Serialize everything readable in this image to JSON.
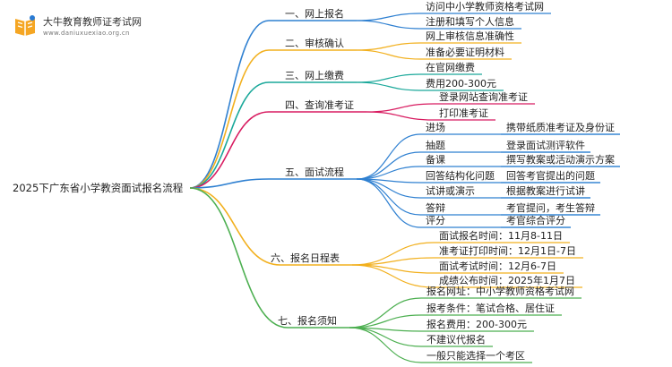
{
  "logo": {
    "title": "大牛教育教师证考试网",
    "url": "www.daniuxuexiao.org.cn",
    "icon": "book-icon",
    "colors": {
      "orange": "#f5a623",
      "blue": "#2a7bd4"
    }
  },
  "root": "2025下广东省小学教资面试报名流程",
  "branches": [
    {
      "id": "b1",
      "label": "一、网上报名",
      "color": "#2f80d1",
      "items": [
        {
          "text": "访问中小学教师资格考试网"
        },
        {
          "text": "注册和填写个人信息"
        }
      ]
    },
    {
      "id": "b2",
      "label": "二、审核确认",
      "color": "#f2b01e",
      "items": [
        {
          "text": "网上审核信息准确性"
        },
        {
          "text": "准备必要证明材料"
        }
      ]
    },
    {
      "id": "b3",
      "label": "三、网上缴费",
      "color": "#1aa89a",
      "items": [
        {
          "text": "在官网缴费"
        },
        {
          "text": "费用200-300元"
        }
      ]
    },
    {
      "id": "b4",
      "label": "四、查询准考证",
      "color": "#d81b60",
      "items": [
        {
          "text": "登录网站查询准考证"
        },
        {
          "text": "打印准考证"
        }
      ]
    },
    {
      "id": "b5",
      "label": "五、面试流程",
      "color": "#2f80d1",
      "items": [
        {
          "text": "进场",
          "detail": "携带纸质准考证及身份证"
        },
        {
          "text": "抽题",
          "detail": "登录面试测评软件"
        },
        {
          "text": "备课",
          "detail": "撰写教案或活动演示方案"
        },
        {
          "text": "回答结构化问题",
          "detail": "回答考官提出的问题"
        },
        {
          "text": "试讲或演示",
          "detail": "根据教案进行试讲"
        },
        {
          "text": "答辩",
          "detail": "考官提问，考生答辩"
        },
        {
          "text": "评分",
          "detail": "考官综合评分"
        }
      ]
    },
    {
      "id": "b6",
      "label": "六、报名日程表",
      "color": "#f2b01e",
      "items": [
        {
          "text": "面试报名时间：11月8-11日"
        },
        {
          "text": "准考证打印时间：12月1日-7日"
        },
        {
          "text": "面试考试时间：12月6-7日"
        },
        {
          "text": "成绩公布时间：2025年1月7日"
        }
      ]
    },
    {
      "id": "b7",
      "label": "七、报名须知",
      "color": "#4caf50",
      "items": [
        {
          "text": "报名网址：中小学教师资格考试网"
        },
        {
          "text": "报考条件：笔试合格、居住证"
        },
        {
          "text": "报名费用：200-300元"
        },
        {
          "text": "不建议代报名"
        },
        {
          "text": "一般只能选择一个考区"
        }
      ]
    }
  ]
}
